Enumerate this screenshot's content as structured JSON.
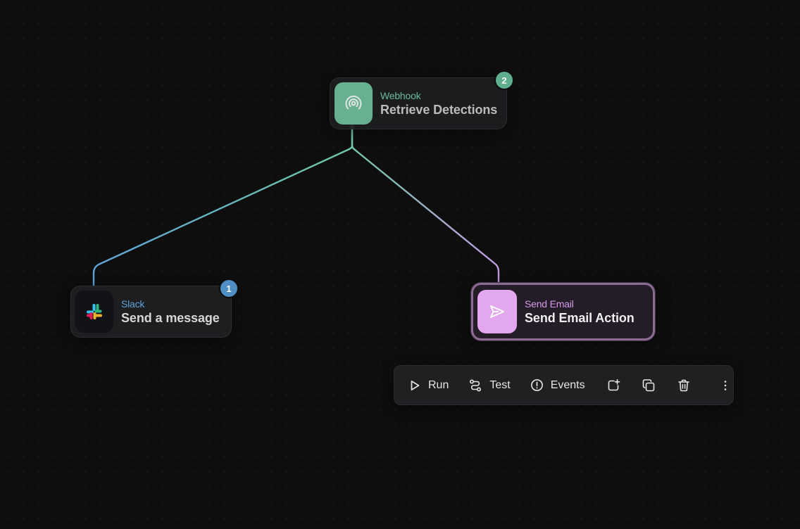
{
  "canvas": {
    "background": "#0e0e0f"
  },
  "nodes": {
    "webhook": {
      "kind": "Webhook",
      "name": "Retrieve Detections",
      "icon": "broadcast-icon",
      "color": "#6fbf9d",
      "badge": "2"
    },
    "slack": {
      "kind": "Slack",
      "name": "Send a message",
      "icon": "slack-logo-icon",
      "color": "#5fa2d8",
      "badge": "1"
    },
    "email": {
      "kind": "Send Email",
      "name": "Send Email Action",
      "icon": "send-icon",
      "color": "#e3a7ee",
      "selected": true
    }
  },
  "toolbar": {
    "run_label": "Run",
    "test_label": "Test",
    "events_label": "Events",
    "icons": [
      "play-icon",
      "test-flow-icon",
      "info-circle-icon",
      "add-action-icon",
      "duplicate-icon",
      "trash-icon",
      "more-vertical-icon"
    ]
  },
  "edges": [
    {
      "from": "webhook",
      "to": "slack",
      "color": "#6fbbd8"
    },
    {
      "from": "webhook",
      "to": "email",
      "color": "#b89ad8"
    }
  ]
}
